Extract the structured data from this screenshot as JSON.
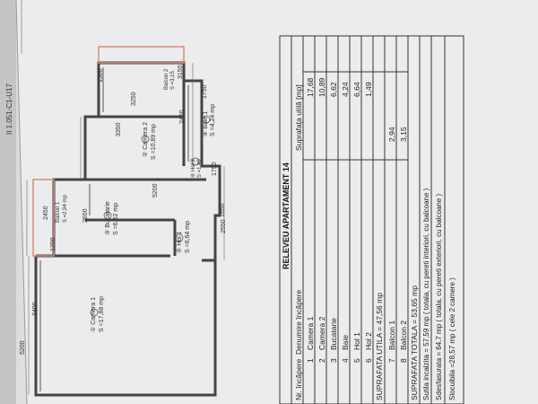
{
  "header": {
    "doc_ref": "II 1.051-C1-U17"
  },
  "plan": {
    "rooms": [
      {
        "num": "①",
        "name": "Camera 1",
        "area": "S =17,88 mp"
      },
      {
        "num": "②",
        "name": "Camera 2",
        "area": "S =10,89 mp"
      },
      {
        "num": "③",
        "name": "Bucatarie",
        "area": "S =6,62 mp"
      },
      {
        "num": "④",
        "name": "Baie 1",
        "area": "S =4,24 mp"
      },
      {
        "num": "⑤",
        "name": "Hol 1",
        "area": "S =6,64 mp"
      },
      {
        "num": "⑥",
        "name": "Hol 2",
        "area": "S =1,49"
      },
      {
        "num": "",
        "name": "Balcon 1",
        "area": "S =2,94 mp"
      },
      {
        "num": "",
        "name": "Balcon 2",
        "area": "S =3,15"
      }
    ],
    "dims": [
      "3400",
      "5200",
      "2450",
      "1200",
      "2650",
      "5200",
      "2550",
      "3350",
      "3250",
      "2420",
      "1750",
      "1750",
      "1300",
      "3150",
      "1650"
    ]
  },
  "table": {
    "title": "RELEVEU APARTAMENT 14",
    "col_nr": "Nr. încăpere",
    "col_name": "Denumire încăpere",
    "col_area": "Suprafața utilă [mp]",
    "rows": [
      {
        "nr": "1",
        "name": "Camera 1",
        "area": "17,68"
      },
      {
        "nr": "2",
        "name": "Camera 2",
        "area": "10,89"
      },
      {
        "nr": "3",
        "name": "Bucatarie",
        "area": "6,62"
      },
      {
        "nr": "4",
        "name": "Baie",
        "area": "4,24"
      },
      {
        "nr": "5",
        "name": "Hol 1",
        "area": "6,64"
      },
      {
        "nr": "6",
        "name": "Hol 2",
        "area": "1,49"
      }
    ],
    "util": "SUPRAFATA UTILA = 47,56 mp",
    "balcony_rows": [
      {
        "nr": "7",
        "name": "Balcon 1",
        "area": "2,94"
      },
      {
        "nr": "8",
        "name": "Balcon 2",
        "area": "3,15"
      }
    ],
    "total": "SUPRAFATA TOTALA = 53,65 mp",
    "lines": [
      "Sutila incalzita = 57,59 mp ( totala, cu pereti interiori, cu balcoane )",
      "Sdesfasurata = 64,7 mp ( totala, cu pereti exteriori, cu balcoane )",
      "Slocuibila =28,57 mp ( cele 2 camere )"
    ]
  }
}
